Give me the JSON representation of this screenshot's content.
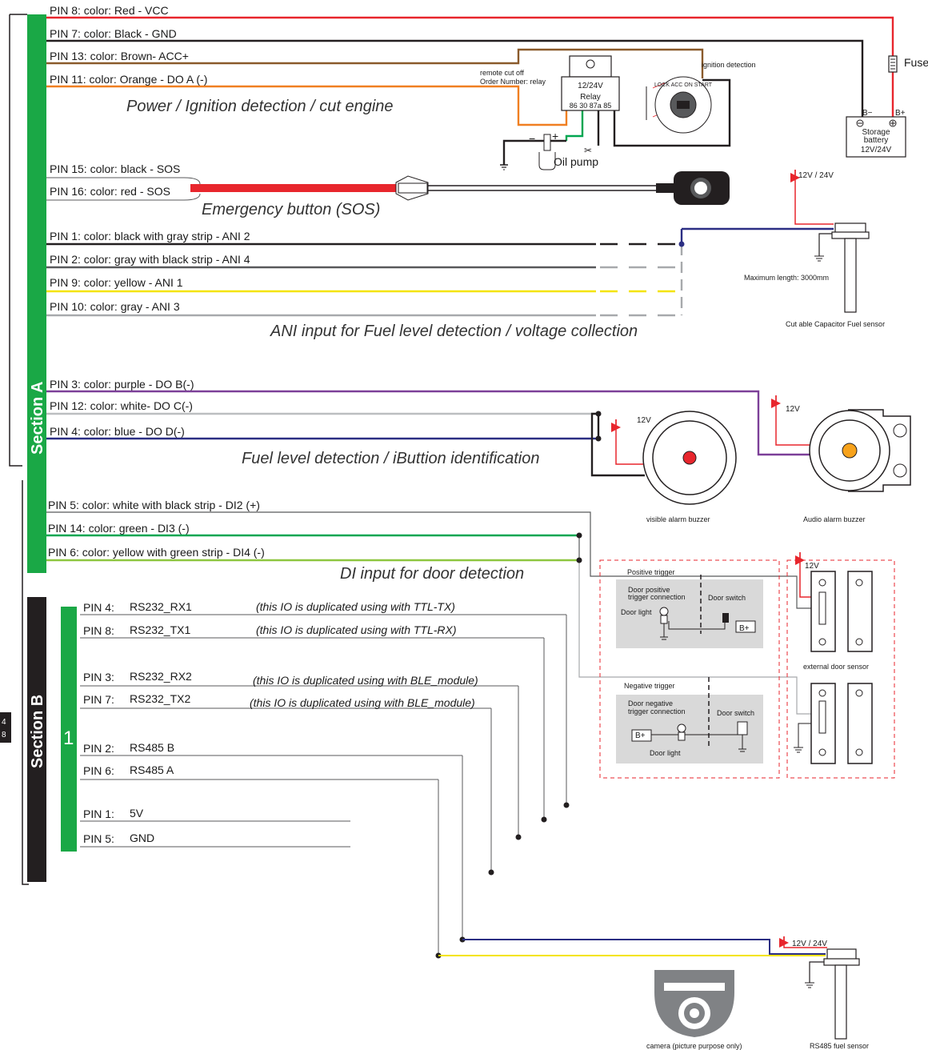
{
  "colors": {
    "section_green": "#1aa846",
    "section_black": "#231f20",
    "wire_red": "#e8262d",
    "wire_black": "#231f20",
    "wire_brown": "#8a5a2b",
    "wire_orange": "#f07f21",
    "wire_gray": "#a7a9ac",
    "wire_yellow": "#f4e400",
    "wire_purple": "#7c3f98",
    "wire_blue": "#2b2e83",
    "wire_green": "#00a651",
    "wire_yellowgreen": "#8dc63f",
    "dashed_box": "#e8262d"
  },
  "section_a": {
    "title": "Section A",
    "pins": [
      {
        "text": "PIN 8:    color: Red - VCC",
        "color": "#e8262d"
      },
      {
        "text": "PIN 7:    color: Black - GND",
        "color": "#231f20"
      },
      {
        "text": "PIN 13:  color: Brown- ACC+",
        "color": "#8a5a2b"
      },
      {
        "text": "PIN 11:     color: Orange - DO A (-)",
        "color": "#f07f21"
      },
      {
        "text": "PIN 15:  color: black - SOS",
        "color": "#231f20"
      },
      {
        "text": "PIN 16:  color: red - SOS",
        "color": "#e8262d"
      },
      {
        "text": "PIN 1:    color: black with gray strip - ANI 2",
        "color": "#231f20"
      },
      {
        "text": "PIN 2:    color: gray with black strip - ANI 4",
        "color": "#58595b"
      },
      {
        "text": "PIN 9:    color: yellow - ANI 1",
        "color": "#f4e400"
      },
      {
        "text": "PIN 10:  color: gray - ANI 3",
        "color": "#a7a9ac"
      },
      {
        "text": "PIN 3:   color: purple  - DO B(-)",
        "color": "#7c3f98"
      },
      {
        "text": "PIN 12: color: white-  DO C(-)",
        "color": "#bcbec0"
      },
      {
        "text": "PIN 4:   color: blue -  DO D(-)",
        "color": "#2b2e83"
      },
      {
        "text": "PIN 5:   color: white with black strip  - DI2 (+)",
        "color": "#58595b"
      },
      {
        "text": "PIN 14: color: green -  DI3 (-)",
        "color": "#00a651"
      },
      {
        "text": "PIN 6:   color: yellow with green strip  - DI4 (-)",
        "color": "#8dc63f"
      }
    ],
    "captions": {
      "power": "Power / Ignition detection / cut engine",
      "sos": "Emergency button (SOS)",
      "ani": "ANI input for Fuel level detection  / voltage collection",
      "do": "Fuel level detection / iButtion identification",
      "di": "DI input for door detection"
    }
  },
  "section_b": {
    "title": "Section B",
    "connector_number": "1",
    "pins": [
      {
        "pin": "PIN 4:",
        "signal": "RS232_RX1",
        "note": "(this IO is duplicated using with TTL-TX)"
      },
      {
        "pin": "PIN 8:",
        "signal": "RS232_TX1",
        "note": "(this IO is duplicated using with TTL-RX)"
      },
      {
        "pin": "PIN 3:",
        "signal": "RS232_RX2",
        "note": "(this IO is duplicated using with BLE_module)"
      },
      {
        "pin": "PIN 7:",
        "signal": "RS232_TX2",
        "note": "(this IO is duplicated using with BLE_module)"
      },
      {
        "pin": "PIN 2:",
        "signal": "RS485 B",
        "note": ""
      },
      {
        "pin": "PIN 6:",
        "signal": "RS485 A",
        "note": ""
      },
      {
        "pin": "PIN 1:",
        "signal": "5V",
        "note": ""
      },
      {
        "pin": "PIN 5:",
        "signal": "GND",
        "note": ""
      }
    ]
  },
  "power_block": {
    "fuse": "Fuse",
    "battery_minus": "B−",
    "battery_plus": "B+",
    "battery_line1": "Storage",
    "battery_line2": "battery",
    "battery_voltage": "12V/24V",
    "relay_voltage": "12/24V",
    "relay_label": "Relay",
    "relay_pins": "86  30  87a  85",
    "remote_cut": "remote cut off",
    "order_number": "Order Number: relay",
    "ignition": "ignition detection",
    "key_text": "LOCK  ACC  ON  START",
    "oil_pump": "Oil pump",
    "minus_sign": "−",
    "plus_sign": "+"
  },
  "fuel_sensor": {
    "voltage": "12V / 24V",
    "max_length": "Maximum length: 3000mm",
    "name": "Cut able Capacitor Fuel sensor"
  },
  "buzzers": {
    "visible_voltage": "12V",
    "visible_name": "visible alarm buzzer",
    "audio_voltage": "12V",
    "audio_name": "Audio alarm buzzer"
  },
  "door": {
    "positive_trigger": "Positive trigger",
    "positive_connection_l1": "Door positive",
    "positive_connection_l2": "trigger connection",
    "door_switch": "Door switch",
    "door_light": "Door light",
    "bplus": "B+",
    "negative_trigger": "Negative trigger",
    "negative_connection_l1": "Door negative",
    "negative_connection_l2": "trigger connection",
    "sensor_voltage": "12V",
    "external_sensor": "external door sensor"
  },
  "rs485_sensor": {
    "voltage": "12V / 24V",
    "name": "RS485 fuel sensor"
  },
  "camera": {
    "caption": "camera (picture purpose only)"
  },
  "edge_label": {
    "line1": "4",
    "line2": "8"
  }
}
